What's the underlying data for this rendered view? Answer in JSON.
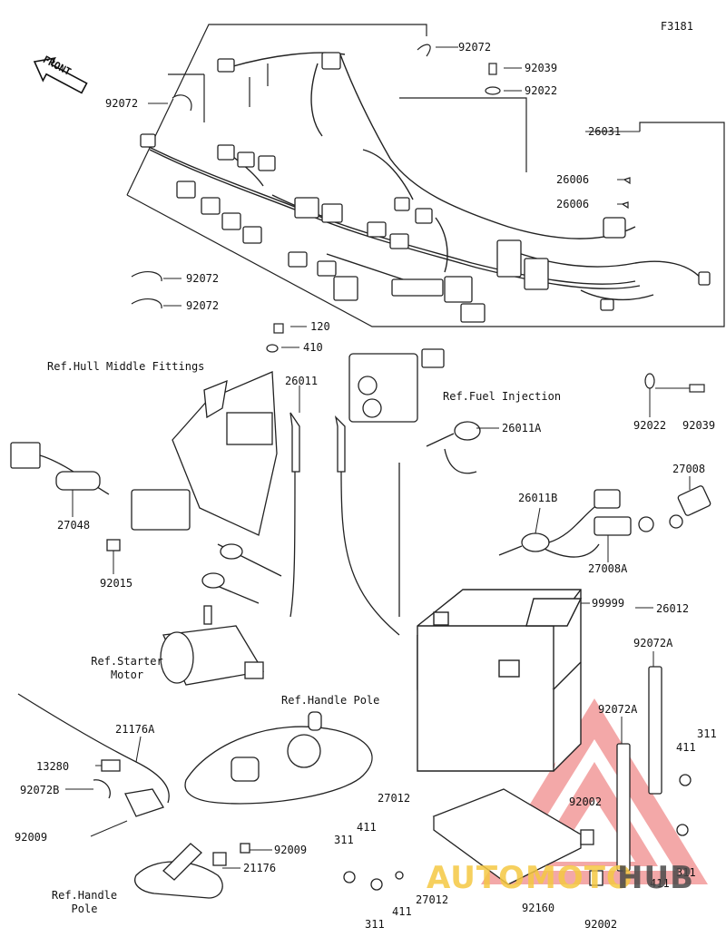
{
  "figure_code": "F3181",
  "front_marker": "FRONT",
  "part_labels": [
    {
      "id": "p92072_top",
      "text": "92072"
    },
    {
      "id": "p92039_top",
      "text": "92039"
    },
    {
      "id": "p92022_top",
      "text": "92022"
    },
    {
      "id": "p92072_left",
      "text": "92072"
    },
    {
      "id": "p26031",
      "text": "26031"
    },
    {
      "id": "p26006_a",
      "text": "26006"
    },
    {
      "id": "p26006_b",
      "text": "26006"
    },
    {
      "id": "p92072_mid1",
      "text": "92072"
    },
    {
      "id": "p92072_mid2",
      "text": "92072"
    },
    {
      "id": "p120",
      "text": "120"
    },
    {
      "id": "p410",
      "text": "410"
    },
    {
      "id": "p26011",
      "text": "26011"
    },
    {
      "id": "p92022_r",
      "text": "92022"
    },
    {
      "id": "p92039_r",
      "text": "92039"
    },
    {
      "id": "p26011A",
      "text": "26011A"
    },
    {
      "id": "p27008",
      "text": "27008"
    },
    {
      "id": "p26011B",
      "text": "26011B"
    },
    {
      "id": "p27048",
      "text": "27048"
    },
    {
      "id": "p27008A",
      "text": "27008A"
    },
    {
      "id": "p92015",
      "text": "92015"
    },
    {
      "id": "p99999",
      "text": "99999"
    },
    {
      "id": "p26012",
      "text": "26012"
    },
    {
      "id": "p92072A_a",
      "text": "92072A"
    },
    {
      "id": "p92072A_b",
      "text": "92072A"
    },
    {
      "id": "p21176A",
      "text": "21176A"
    },
    {
      "id": "p311_r",
      "text": "311"
    },
    {
      "id": "p411_r",
      "text": "411"
    },
    {
      "id": "p13280",
      "text": "13280"
    },
    {
      "id": "p92072B",
      "text": "92072B"
    },
    {
      "id": "p92002_a",
      "text": "92002"
    },
    {
      "id": "p27012_a",
      "text": "27012"
    },
    {
      "id": "p92009_l",
      "text": "92009"
    },
    {
      "id": "p411_a",
      "text": "411"
    },
    {
      "id": "p311_a",
      "text": "311"
    },
    {
      "id": "p92009_r",
      "text": "92009"
    },
    {
      "id": "p21176",
      "text": "21176"
    },
    {
      "id": "p311_rb",
      "text": "311"
    },
    {
      "id": "p411_rb",
      "text": "411"
    },
    {
      "id": "p27012_b",
      "text": "27012"
    },
    {
      "id": "p92160",
      "text": "92160"
    },
    {
      "id": "p411_b",
      "text": "411"
    },
    {
      "id": "p311_b",
      "text": "311"
    },
    {
      "id": "p92002_b",
      "text": "92002"
    }
  ],
  "references": {
    "hull_middle": "Ref.Hull Middle Fittings",
    "fuel_injection": "Ref.Fuel Injection",
    "starter_motor": "Ref.Starter\nMotor",
    "handle_pole_top": "Ref.Handle Pole",
    "handle_pole_bottom": "Ref.Handle\nPole"
  },
  "watermark": {
    "text_left": "AUTOMOTO",
    "text_right": "HUB",
    "color_accent": "#f08c8c",
    "color_yellow": "#f5c842",
    "color_dark": "#4a4a4a"
  },
  "colors": {
    "ink": "#111111",
    "line": "#222222"
  }
}
